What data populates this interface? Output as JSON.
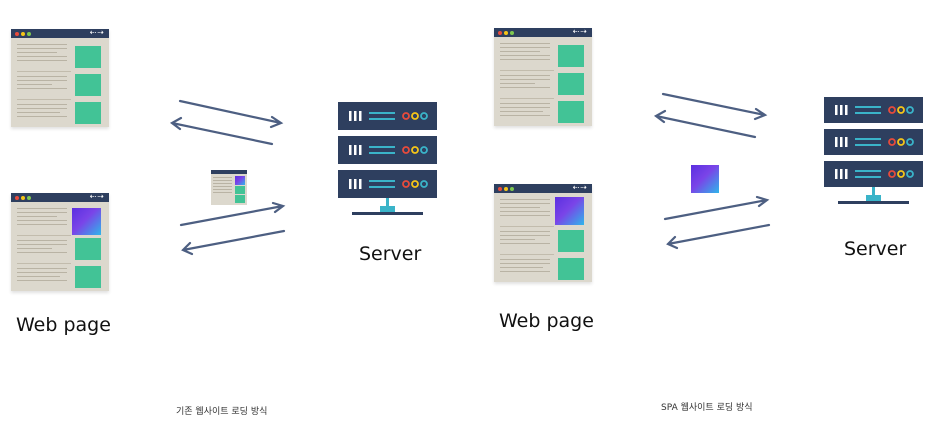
{
  "left_diagram": {
    "webpage_label": "Web page",
    "server_label": "Server",
    "caption": "기존 웹사이트 로딩 방식"
  },
  "right_diagram": {
    "webpage_label": "Web page",
    "server_label": "Server",
    "caption": "SPA 웹사이트 로딩 방식"
  },
  "icons": {
    "browser_nav": "⇠⇢"
  },
  "colors": {
    "server_body": "#2e3f5f",
    "browser_bar": "#2e3f5f",
    "browser_bg": "#dcd8cd",
    "block_green": "#42c396",
    "arrow": "#4d5f82",
    "accent_cyan": "#3ab4c9"
  }
}
